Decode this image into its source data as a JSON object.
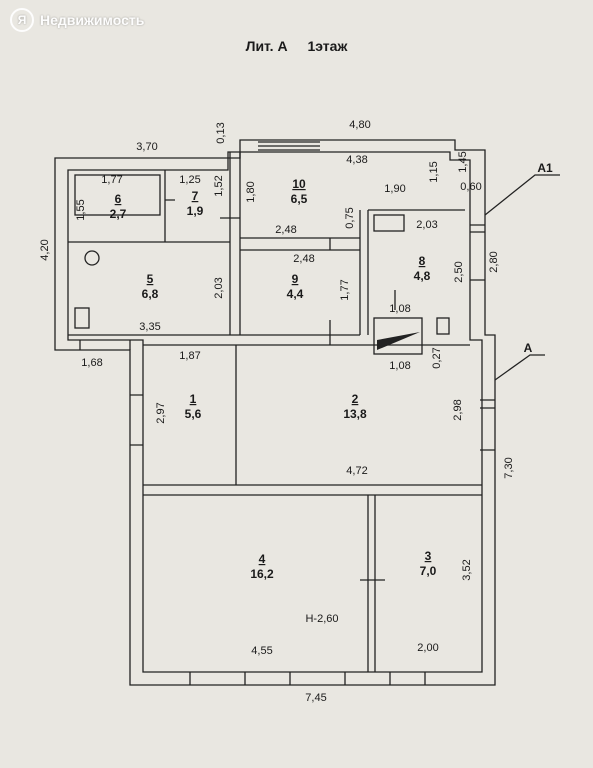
{
  "watermark": {
    "logo": "Я",
    "text": "Недвижимость"
  },
  "title": {
    "lit": "Лит. А",
    "floor": "1этаж"
  },
  "rooms": [
    {
      "num": "1",
      "area": "5,6"
    },
    {
      "num": "2",
      "area": "13,8"
    },
    {
      "num": "3",
      "area": "7,0"
    },
    {
      "num": "4",
      "area": "16,2"
    },
    {
      "num": "5",
      "area": "6,8"
    },
    {
      "num": "6",
      "area": "2,7"
    },
    {
      "num": "7",
      "area": "1,9"
    },
    {
      "num": "8",
      "area": "4,8"
    },
    {
      "num": "9",
      "area": "4,4"
    },
    {
      "num": "10",
      "area": "6,5"
    }
  ],
  "dims": {
    "top_3_70": "3,70",
    "top_0_13": "0,13",
    "top_4_80": "4,80",
    "top_4_38": "4,38",
    "d_1_77": "1,77",
    "d_1_25": "1,25",
    "d_1_55": "1,55",
    "d_1_52": "1,52",
    "d_1_80": "1,80",
    "d_1_90": "1,90",
    "d_1_15": "1,15",
    "d_1_45": "1,45",
    "d_0_60": "0,60",
    "d_0_75": "0,75",
    "d_2_48a": "2,48",
    "d_2_48b": "2,48",
    "d_2_03a": "2,03",
    "d_2_03b": "2,03",
    "d_1_77b": "1,77",
    "d_2_50": "2,50",
    "d_2_80": "2,80",
    "d_4_20": "4,20",
    "d_1_08a": "1,08",
    "d_1_08b": "1,08",
    "d_0_27": "0,27",
    "d_3_35": "3,35",
    "d_1_68": "1,68",
    "d_1_87": "1,87",
    "d_2_97": "2,97",
    "d_2_98": "2,98",
    "d_4_72": "4,72",
    "d_7_30": "7,30",
    "d_3_52": "3,52",
    "d_4_55": "4,55",
    "d_2_00": "2,00",
    "d_7_45": "7,45"
  },
  "labels": {
    "a1": "А1",
    "a": "А",
    "height": "Н-2,60"
  }
}
